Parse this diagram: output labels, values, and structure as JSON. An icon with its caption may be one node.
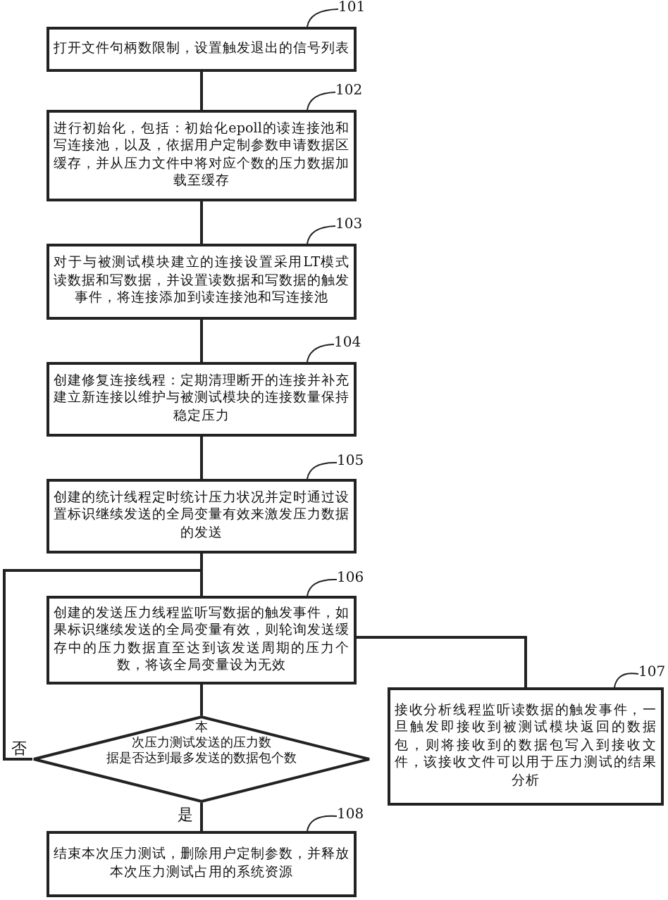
{
  "diagram": {
    "nodes": [
      {
        "text": [
          "打开文件句柄数限制，设置触发退出的信号列表"
        ]
      },
      {
        "text": [
          "进行初始化，包括：初始化epoll的读连接池和写连接池，以及，依据用户定制参数申请数据区缓存，并从压力文件中将对应个数的压力数据加载至缓存"
        ]
      },
      {
        "text": [
          "对于与被测试模块建立的连接设置采用LT模式读数据和写数据，并设置读数据和写数据的触发事件，将连接添加到读连接池和写连接池"
        ]
      },
      {
        "text": [
          "创建修复连接线程：定期清理断开的连接并补充建立新连接以维护与被测试模块的连接数量保持稳定压力"
        ]
      },
      {
        "text": [
          "创建的统计线程定时统计压力状况并定时通过设置标识继续发送的全局变量有效来激发压力数据的发送"
        ]
      },
      {
        "text": [
          "创建的发送压力线程监听写数据的触发事件，如果标识继续发送的全局变量有效，则轮询发送缓存中的压力数据直至达到该发送周期的压力个数，将该全局变量设为无效"
        ]
      },
      {
        "text": [
          "本次压力测试发送的压力数据是否达到最多发送的数据包个数"
        ]
      },
      {
        "text": [
          "接收分析线程监听读数据的触发事件，一旦触发即接收到被测试模块返回的数据包，则将接收到的数据包写入到接收文件，该接收文件可以用于压力测试的结果分析"
        ]
      },
      {
        "text": [
          "结束本次压力测试，删除用户定制参数，并释放本次压力测试占用的系统资源"
        ]
      },
      {
        "text": [
          "101"
        ]
      },
      {
        "text": [
          "102"
        ]
      },
      {
        "text": [
          "103"
        ]
      },
      {
        "text": [
          "104"
        ]
      },
      {
        "text": [
          "105"
        ]
      },
      {
        "text": [
          "106"
        ]
      },
      {
        "text": [
          "107"
        ]
      },
      {
        "text": [
          "108"
        ]
      }
    ],
    "edges": [
      {
        "from": 0,
        "to": 1,
        "arrow": "none"
      },
      {
        "from": 1,
        "to": 2,
        "arrow": "none"
      },
      {
        "from": 2,
        "to": 3,
        "arrow": "none"
      },
      {
        "from": 3,
        "to": 4,
        "arrow": "none"
      },
      {
        "from": 4,
        "to": 5,
        "arrow": "none"
      },
      {
        "from": 5,
        "to": 6,
        "arrow": "none"
      },
      {
        "from": 6,
        "to": 8,
        "arrow": "none",
        "label": "是"
      },
      {
        "from": 6,
        "to": 5,
        "arrow": "none",
        "label": "否"
      },
      {
        "from": 5,
        "to": 7,
        "arrow": "none"
      },
      {
        "from": 9,
        "to": 0,
        "arrow": "none"
      },
      {
        "from": 10,
        "to": 1,
        "arrow": "none"
      },
      {
        "from": 11,
        "to": 2,
        "arrow": "none"
      },
      {
        "from": 12,
        "to": 3,
        "arrow": "none"
      },
      {
        "from": 13,
        "to": 4,
        "arrow": "none"
      },
      {
        "from": 14,
        "to": 5,
        "arrow": "none"
      },
      {
        "from": 15,
        "to": 7,
        "arrow": "none"
      },
      {
        "from": 16,
        "to": 8,
        "arrow": "none"
      }
    ]
  }
}
